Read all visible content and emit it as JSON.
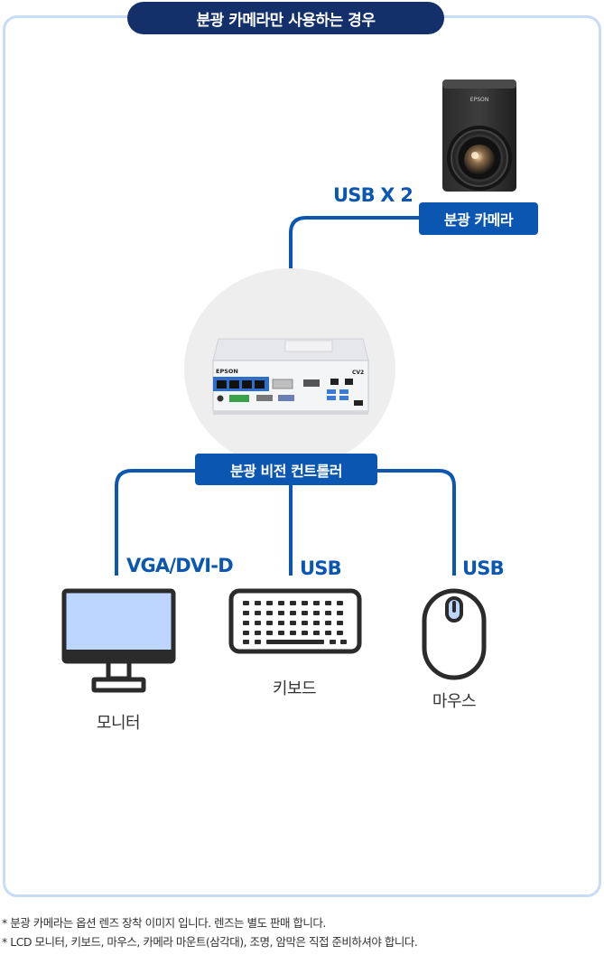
{
  "title": "분광 카메라만 사용하는 경우",
  "camera": {
    "tag": "분광 카메라",
    "brand": "EPSON",
    "connection": "USB X 2"
  },
  "controller": {
    "tag": "분광 비전 컨트롤러",
    "brand": "EPSON",
    "model": "CV2"
  },
  "devices": [
    {
      "name": "모니터",
      "connection": "VGA/DVI-D"
    },
    {
      "name": "키보드",
      "connection": "USB"
    },
    {
      "name": "마우스",
      "connection": "USB"
    }
  ],
  "notes": [
    "* 분광 카메라는 옵션 렌즈 장착 이미지 입니다. 렌즈는 별도 판매 합니다.",
    "* LCD 모니터, 키보드, 마우스, 카메라 마운트(삼각대), 조명, 암막은 직접 준비하셔야 합니다."
  ],
  "colors": {
    "accent": "#0b56b0",
    "title_bg": "#13306b",
    "frame": "#c6dcf7",
    "monitor_screen": "#bcd6ff"
  }
}
